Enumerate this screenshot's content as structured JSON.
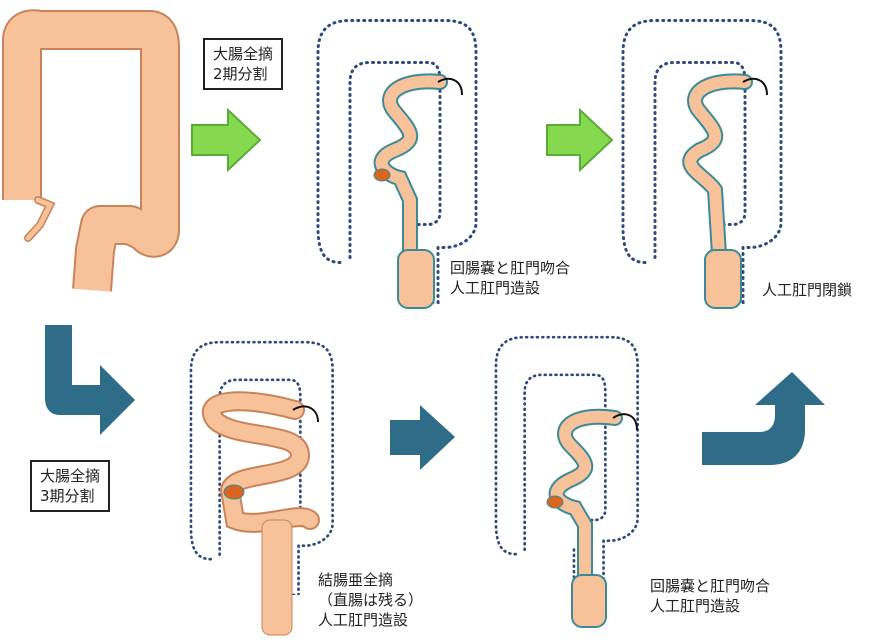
{
  "colors": {
    "intestine_fill": "#F7C29A",
    "intestine_outline": "#C9835A",
    "pouch_outline": "#3C8A98",
    "dotted_outline": "#2E4A7A",
    "green_arrow": "#86D94F",
    "blue_arrow": "#2E6C88",
    "anastomosis": "#D9651E"
  },
  "two_stage": {
    "title_line1": "大腸全摘",
    "title_line2": "2期分割",
    "step1_line1": "回腸嚢と肛門吻合",
    "step1_line2": "人工肛門造設",
    "step2": "人工肛門閉鎖"
  },
  "three_stage": {
    "title_line1": "大腸全摘",
    "title_line2": "3期分割",
    "step1_line1": "結腸亜全摘",
    "step1_line2": "（直腸は残る）",
    "step1_line3": "人工肛門造設",
    "step2_line1": "回腸嚢と肛門吻合",
    "step2_line2": "人工肛門造設"
  }
}
